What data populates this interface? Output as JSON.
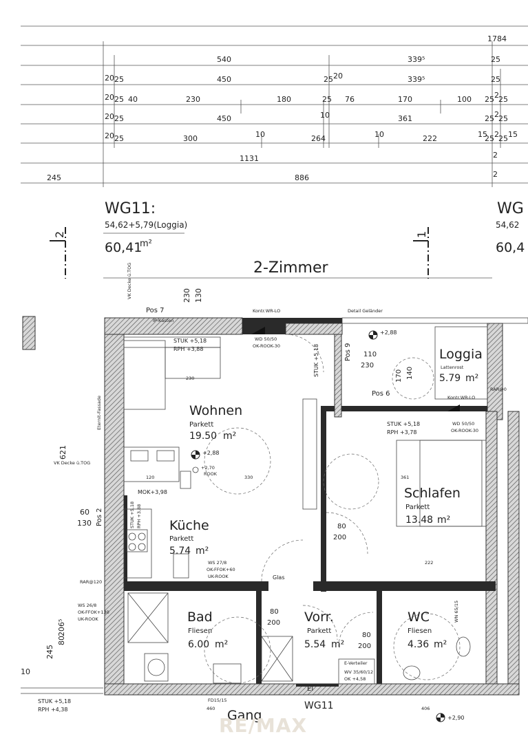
{
  "dimensions": {
    "total": "1784",
    "row1": [
      "540",
      "339⁵",
      "25"
    ],
    "row2": [
      "20",
      "25",
      "450",
      "25",
      "20",
      "339⁵",
      "25"
    ],
    "row3": [
      "20",
      "25",
      "40",
      "230",
      "180",
      "25",
      "76",
      "170",
      "100",
      "25",
      "2",
      "25"
    ],
    "row4": [
      "20",
      "25",
      "450",
      "10",
      "361",
      "25",
      "2",
      "25"
    ],
    "row5": [
      "20",
      "25",
      "300",
      "10",
      "264",
      "10",
      "222",
      "15",
      "25",
      "2",
      "25",
      "15"
    ],
    "row6": [
      "1131",
      "2"
    ],
    "row7": [
      "245",
      "886",
      "2"
    ],
    "left_vertical": [
      "621",
      "60",
      "130",
      "245",
      "80",
      "206⁵"
    ],
    "top_vertical": [
      "230",
      "130"
    ]
  },
  "unit": {
    "name": "WG11:",
    "area_formula": "54,62+5,79(Loggia)",
    "total_area": "60,41",
    "area_unit": "m²",
    "type": "2-Zimmer",
    "next_unit_name": "WG",
    "next_unit_formula": "54,62",
    "next_unit_area": "60,4"
  },
  "section_markers": [
    "2",
    "1"
  ],
  "rooms": [
    {
      "name": "Wohnen",
      "floor": "Parkett",
      "area": "19.50",
      "unit": "m²"
    },
    {
      "name": "Küche",
      "floor": "Parkett",
      "area": "5.74",
      "unit": "m²"
    },
    {
      "name": "Schlafen",
      "floor": "Parkett",
      "area": "13.48",
      "unit": "m²"
    },
    {
      "name": "Loggia",
      "floor": "Lattenrost",
      "area": "5.79",
      "unit": "m²"
    },
    {
      "name": "Bad",
      "floor": "Fliesen",
      "area": "6.00",
      "unit": "m²"
    },
    {
      "name": "Vorr.",
      "floor": "Parkett",
      "area": "5.54",
      "unit": "m²"
    },
    {
      "name": "WC",
      "floor": "Fliesen",
      "area": "4.36",
      "unit": "m²"
    }
  ],
  "annotations": {
    "pos7": "Pos 7",
    "pos2": "Pos 2",
    "pos6": "Pos 6",
    "pos9": "Pos 9",
    "ifsp": "IP-Kasten",
    "kontr_top": "Kontr.WR-LO",
    "kontr_loggia": "Kontr.WR-LO",
    "detail": "Detail Geländer",
    "eternit": "Eternit-Fassade",
    "vk_decke": "VK Decke ü.TOG",
    "vk_decke2": "VK Decke ü.TOG",
    "stuk_wohnen": "STUK +5,18",
    "rph_wohnen": "RPH +3,88",
    "stuk_schlafen": "STUK +5,18",
    "rph_schlafen": "RPH +3,78",
    "stuk_vert": "STUK +5,18",
    "stuk_kueche": "STUK +5,18",
    "rph_kueche": "RPH +3,88",
    "mok": "MOK+3,98",
    "level_wohnen": "+2,88",
    "level_loggia": "+2,88",
    "level_rook": "+2,70",
    "rook": "ROOK",
    "level_bottom": "+2,90",
    "wd1": "WD 50/50",
    "wd1_ok": "OK-ROOK-30",
    "wd2": "WD 50/50",
    "wd2_ok": "OK-ROOK-30",
    "ws_kueche": "WS 27/8",
    "ws_kueche_ok": "OK-FFOK+60",
    "ws_kueche_ok2": "UK-ROOK",
    "ws_left": "WS 26/8",
    "ws_left_ok": "OK-FFOK+130",
    "ws_left_ok2": "UK-ROOK",
    "rar": "RAR@120",
    "wn_wc": "WN 65/15",
    "wv": "WV 35/60/12",
    "wv_ok": "OK +4,58",
    "e_verteiler": "E-Verteiler",
    "glas": "Glas",
    "stuk_bottom": "STUK +5,18",
    "rph_bottom": "RPH +4,38",
    "fd": "FD15/15",
    "gang": "Gang",
    "wg11_bottom": "WG11",
    "el": "El",
    "door_80_200": "80",
    "door_200": "200",
    "lof_110": "110",
    "lof_230": "230",
    "lof_170": "170",
    "lof_140": "140",
    "dim_361": "361",
    "dim_222": "222",
    "dim_330": "330",
    "dim_120": "120",
    "dim_230": "230",
    "dim_406": "406",
    "dim_460": "460",
    "dim_10": "10",
    "rar_right": "RAR@0",
    "watermark": "RE/MAX"
  }
}
